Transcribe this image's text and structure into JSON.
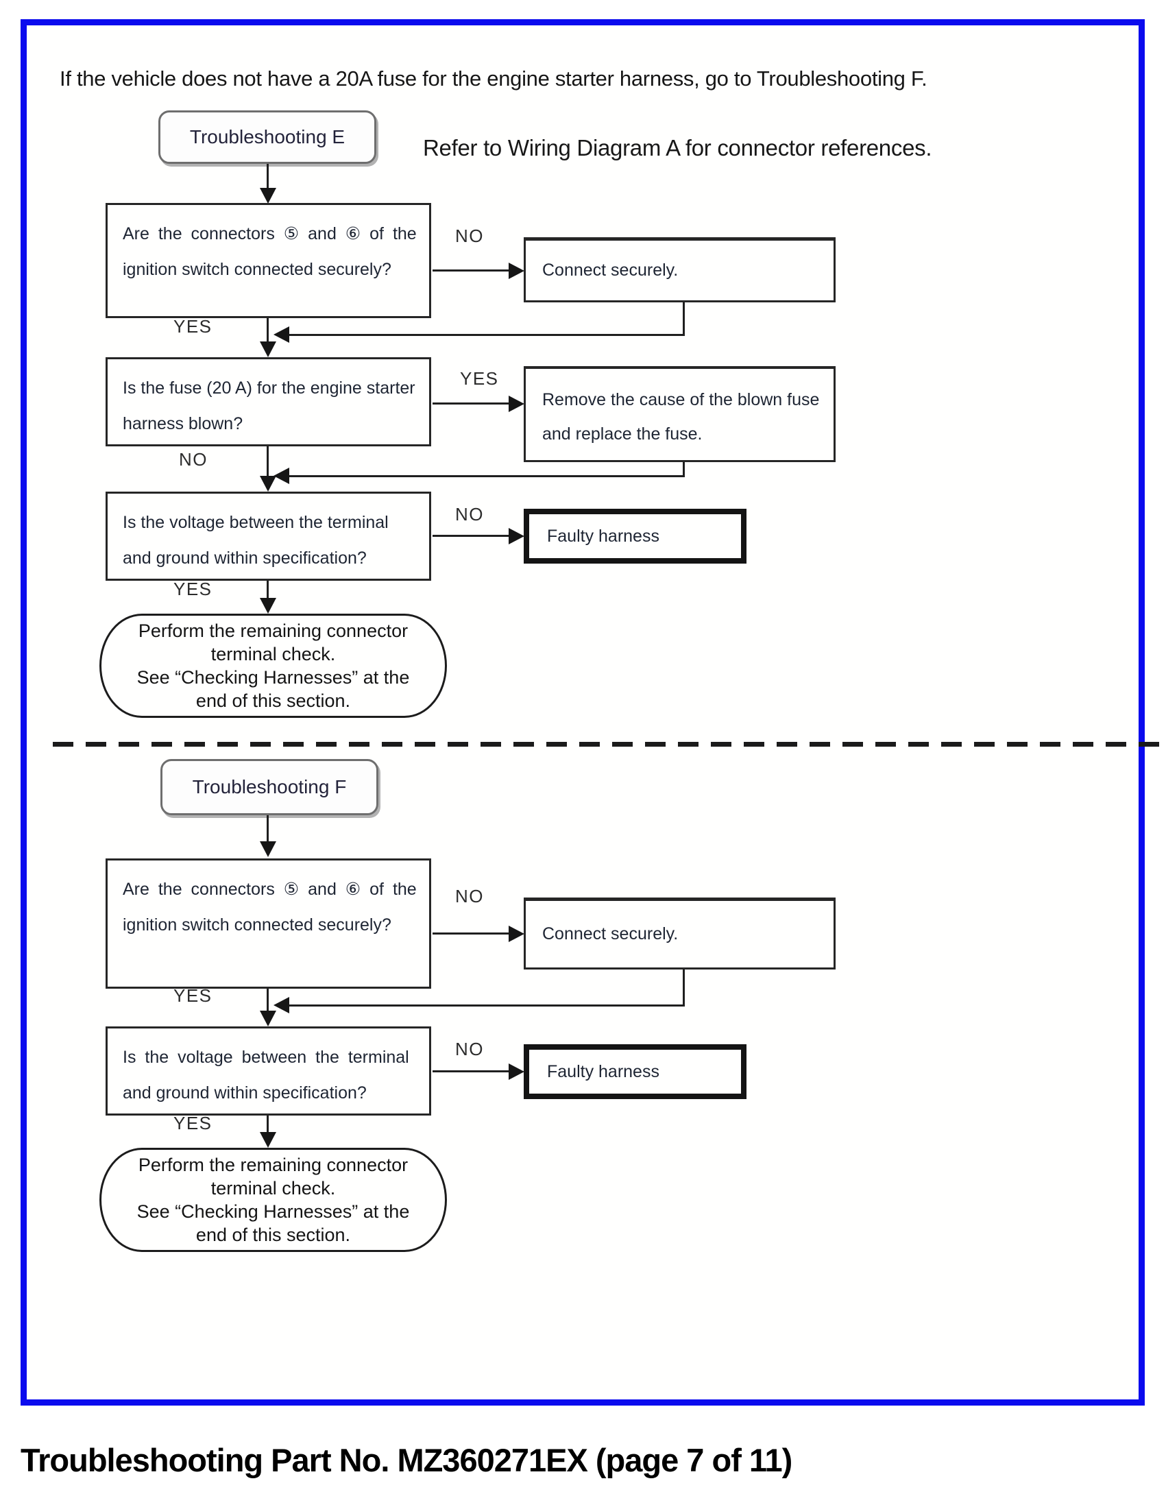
{
  "page": {
    "intro": "If the vehicle does not have a 20A fuse for the engine starter harness, go to Troubleshooting F.",
    "footer": "Troubleshooting Part No. MZ360271EX (page 7 of 11)"
  },
  "labels": {
    "yes": "YES",
    "no": "NO"
  },
  "flow_e": {
    "title": "Troubleshooting E",
    "note": "Refer to Wiring Diagram A for connector references.",
    "q_connectors": {
      "line1": "Are the connectors ⑤ and ⑥ of the",
      "line2": "ignition switch connected securely?"
    },
    "action_connect": "Connect securely.",
    "q_fuse": {
      "line1": "Is the fuse (20 A) for the engine starter",
      "line2": "harness blown?"
    },
    "action_fuse": {
      "line1": "Remove the cause of the blown fuse",
      "line2": "and replace the fuse."
    },
    "q_voltage": {
      "line1": "Is the voltage between the terminal",
      "line2": "and ground within specification?"
    },
    "action_faulty": "Faulty harness",
    "end": {
      "line1": "Perform the remaining connector",
      "line2": "terminal check.",
      "line3": "See “Checking Harnesses” at the",
      "line4": "end of this section."
    }
  },
  "flow_f": {
    "title": "Troubleshooting F",
    "q_connectors": {
      "line1": "Are the connectors ⑤ and ⑥ of the",
      "line2": "ignition switch connected securely?"
    },
    "action_connect": "Connect securely.",
    "q_voltage": {
      "line1": "Is the voltage between the terminal",
      "line2": "and ground within specification?"
    },
    "action_faulty": "Faulty harness",
    "end": {
      "line1": "Perform the remaining connector",
      "line2": "terminal check.",
      "line3": "See “Checking Harnesses” at the",
      "line4": "end of this section."
    }
  }
}
